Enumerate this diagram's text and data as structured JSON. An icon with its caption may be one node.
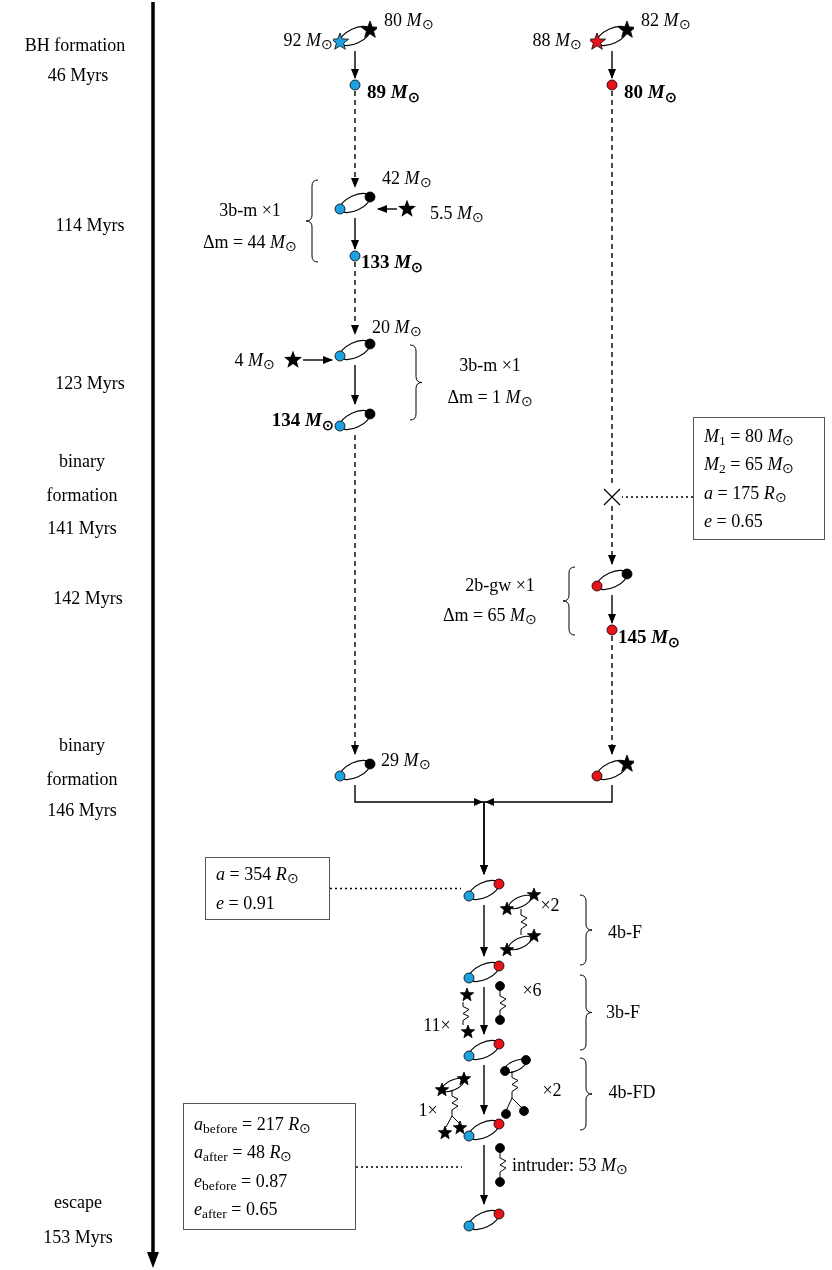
{
  "diagram": {
    "nodes": [
      {
        "text": [],
        "shape": "ellipse",
        "beside": [
          "92 *M*$_{⊙}$",
          "80 *M*$_{⊙}$"
        ]
      },
      {
        "text": [],
        "shape": "circle",
        "beside": [
          "89 *M*$_{⊙}$"
        ]
      },
      {
        "text": [],
        "shape": "ellipse",
        "beside": [
          "42 *M*$_{⊙}$"
        ]
      },
      {
        "text": [],
        "shape": "star",
        "beside": [
          "5.5 *M*$_{⊙}$"
        ]
      },
      {
        "text": [],
        "shape": "circle",
        "beside": [
          "133 *M*$_{⊙}$"
        ]
      },
      {
        "text": [],
        "shape": "ellipse",
        "beside": [
          "20 *M*$_{⊙}$"
        ]
      },
      {
        "text": [],
        "shape": "star",
        "beside": [
          "4 *M*$_{⊙}$"
        ]
      },
      {
        "text": [],
        "shape": "ellipse",
        "beside": [
          "134 *M*$_{⊙}$"
        ]
      },
      {
        "text": [],
        "shape": "ellipse",
        "beside": [
          "88 *M*$_{⊙}$",
          "82 *M*$_{⊙}$"
        ]
      },
      {
        "text": [],
        "shape": "circle",
        "beside": [
          "80 *M*$_{⊙}$"
        ]
      },
      {
        "text": [],
        "shape": "cross"
      },
      {
        "text": [
          "*M*$_{1}$ = 80 *M*$_{⊙}$",
          "*M*$_{2}$ = 65 *M*$_{⊙}$",
          "*a* = 175 *R*$_{⊙}$",
          "*e* = 0.65"
        ]
      },
      {
        "text": [],
        "shape": "ellipse"
      },
      {
        "text": [],
        "shape": "circle",
        "beside": [
          "145 *M*$_{⊙}$"
        ]
      },
      {
        "text": [],
        "shape": "ellipse",
        "beside": [
          "29 *M*$_{⊙}$"
        ]
      },
      {
        "text": [],
        "shape": "ellipse"
      },
      {
        "text": [],
        "shape": "ellipse"
      },
      {
        "text": [
          "*a* = 354 *R*$_{⊙}$",
          "*e* = 0.91"
        ]
      },
      {
        "text": [],
        "shape": "ellipse"
      },
      {
        "text": [],
        "shape": "ellipse"
      },
      {
        "text": [],
        "shape": "ellipse"
      },
      {
        "text": [
          "*a*$_{before}$ = 217 *R*$_{⊙}$",
          "*a*$_{after}$ = 48 *R*$_{⊙}$",
          "*e*$_{before}$ = 0.87",
          "*e*$_{after}$ = 0.65"
        ]
      },
      {
        "text": [],
        "shape": "ellipse"
      }
    ],
    "edges": [
      {
        "from": 0,
        "to": 1,
        "arrow": "to"
      },
      {
        "from": 1,
        "to": 2,
        "arrow": "to",
        "style": "dashed"
      },
      {
        "from": 3,
        "to": 2,
        "arrow": "to"
      },
      {
        "from": 2,
        "to": 4,
        "arrow": "to"
      },
      {
        "from": 4,
        "to": 5,
        "arrow": "to",
        "style": "dashed"
      },
      {
        "from": 6,
        "to": 5,
        "arrow": "to"
      },
      {
        "from": 5,
        "to": 7,
        "arrow": "to"
      },
      {
        "from": 7,
        "to": 14,
        "arrow": "to",
        "style": "dashed"
      },
      {
        "from": 8,
        "to": 9,
        "arrow": "to"
      },
      {
        "from": 9,
        "to": 10,
        "arrow": "none",
        "style": "dashed"
      },
      {
        "from": 10,
        "to": 12,
        "arrow": "to",
        "style": "dashed"
      },
      {
        "from": 11,
        "to": 10,
        "arrow": "none",
        "style": "dashed"
      },
      {
        "from": 12,
        "to": 13,
        "arrow": "to"
      },
      {
        "from": 13,
        "to": 15,
        "arrow": "to",
        "style": "dashed"
      },
      {
        "from": 14,
        "to": 16,
        "arrow": "to"
      },
      {
        "from": 15,
        "to": 16,
        "arrow": "to"
      },
      {
        "from": 17,
        "to": 16,
        "arrow": "none",
        "style": "dashed"
      },
      {
        "from": 16,
        "to": 18,
        "arrow": "to"
      },
      {
        "from": 18,
        "to": 19,
        "arrow": "to"
      },
      {
        "from": 19,
        "to": 20,
        "arrow": "to"
      },
      {
        "from": 21,
        "to": null,
        "arrow": "none",
        "style": "dashed"
      },
      {
        "from": 20,
        "to": 22,
        "arrow": "to"
      }
    ],
    "labels": [
      "BH formation",
      "46 Myrs",
      "114 Myrs",
      "123 Myrs",
      "binary formation",
      "141 Myrs",
      "142 Myrs",
      "binary formation",
      "146 Myrs",
      "escape",
      "153 Myrs",
      "3b-m ×1",
      "Δm = 44 *M*$_{⊙}$",
      "3b-m ×1",
      "Δm = 1 *M*$_{⊙}$",
      "2b-gw ×1",
      "Δm = 65 *M*$_{⊙}$",
      "×2",
      "4b-F",
      "×6",
      "11×",
      "3b-F",
      "×2",
      "4b-FD",
      "1×",
      "intruder: 53 *M*$_{⊙}$"
    ]
  }
}
